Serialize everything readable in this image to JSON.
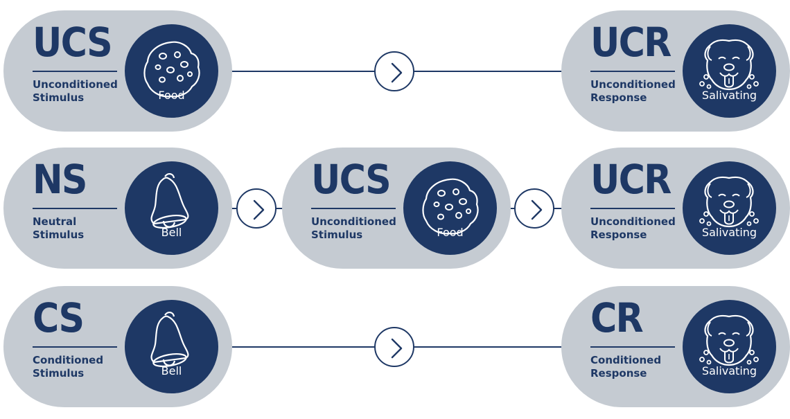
{
  "rows": [
    {
      "left": {
        "abbr": "UCS",
        "desc_line1": "Unconditioned",
        "desc_line2": "Stimulus",
        "icon_label": "Food",
        "icon": "cookie-icon"
      },
      "right": {
        "abbr": "UCR",
        "desc_line1": "Unconditioned",
        "desc_line2": "Response",
        "icon_label": "Salivating",
        "icon": "dog-icon"
      }
    },
    {
      "left": {
        "abbr": "NS",
        "desc_line1": "Neutral",
        "desc_line2": "Stimulus",
        "icon_label": "Bell",
        "icon": "bell-icon"
      },
      "middle": {
        "abbr": "UCS",
        "desc_line1": "Unconditioned",
        "desc_line2": "Stimulus",
        "icon_label": "Food",
        "icon": "cookie-icon"
      },
      "right": {
        "abbr": "UCR",
        "desc_line1": "Unconditioned",
        "desc_line2": "Response",
        "icon_label": "Salivating",
        "icon": "dog-icon"
      }
    },
    {
      "left": {
        "abbr": "CS",
        "desc_line1": "Conditioned",
        "desc_line2": "Stimulus",
        "icon_label": "Bell",
        "icon": "bell-icon"
      },
      "right": {
        "abbr": "CR",
        "desc_line1": "Conditioned",
        "desc_line2": "Response",
        "icon_label": "Salivating",
        "icon": "dog-icon"
      }
    }
  ],
  "colors": {
    "navy": "#1e3865",
    "pill_bg": "#c5cbd2",
    "background": "#ffffff"
  }
}
